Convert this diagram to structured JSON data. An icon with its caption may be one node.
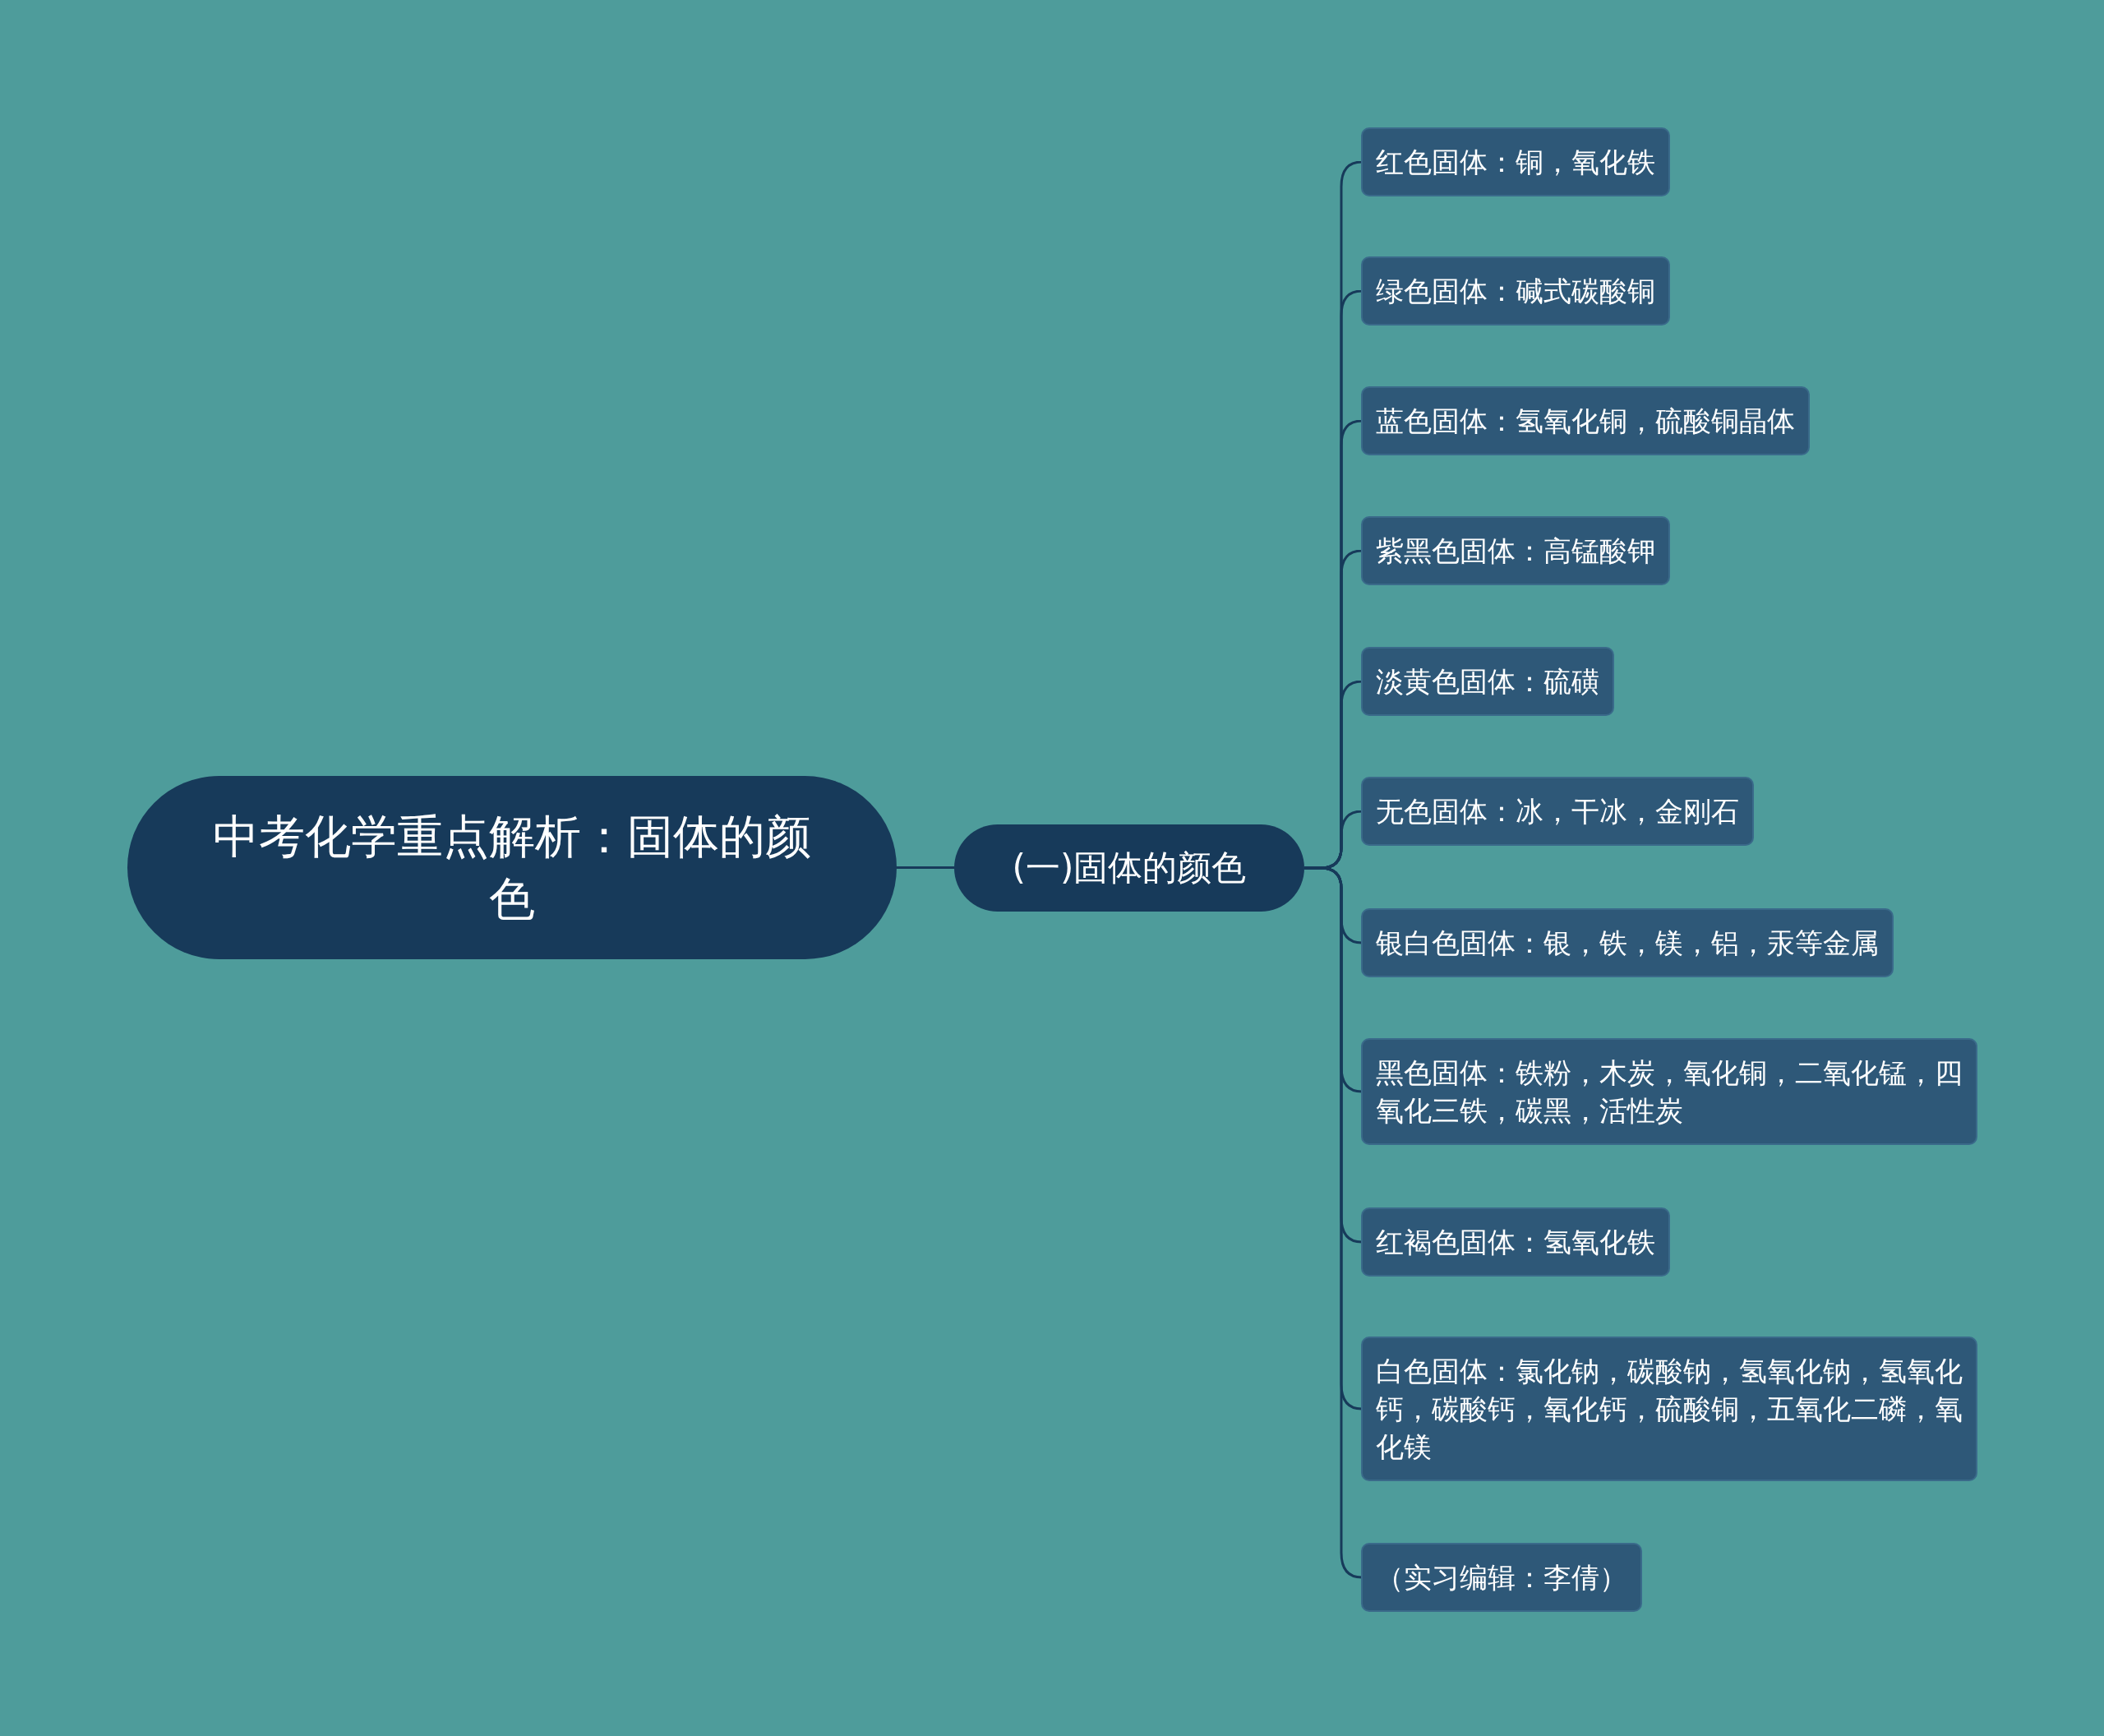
{
  "diagram": {
    "nodes": [
      {
        "text": [
          "中考化学重点解析：固体的颜色"
        ]
      },
      {
        "text": [
          "(一)固体的颜色"
        ]
      },
      {
        "text": [
          "红色固体：铜，氧化铁"
        ]
      },
      {
        "text": [
          "绿色固体：碱式碳酸铜"
        ]
      },
      {
        "text": [
          "蓝色固体：氢氧化铜，硫酸铜晶体"
        ]
      },
      {
        "text": [
          "紫黑色固体：高锰酸钾"
        ]
      },
      {
        "text": [
          "淡黄色固体：硫磺"
        ]
      },
      {
        "text": [
          "无色固体：冰，干冰，金刚石"
        ]
      },
      {
        "text": [
          "银白色固体：银，铁，镁，铝，汞等金属"
        ]
      },
      {
        "text": [
          "黑色固体：铁粉，木炭，氧化铜，二氧化锰，四氧化三铁，碳黑，活性炭"
        ]
      },
      {
        "text": [
          "红褐色固体：氢氧化铁"
        ]
      },
      {
        "text": [
          "白色固体：氯化钠，碳酸钠，氢氧化钠，氢氧化钙，碳酸钙，氧化钙，硫酸铜，五氧化二磷，氧化镁"
        ]
      },
      {
        "text": [
          "（实习编辑：李倩）"
        ]
      }
    ],
    "edges": [
      {
        "from": 0,
        "to": 1,
        "arrow": "none"
      },
      {
        "from": 1,
        "to": 2,
        "arrow": "none"
      },
      {
        "from": 1,
        "to": 3,
        "arrow": "none"
      },
      {
        "from": 1,
        "to": 4,
        "arrow": "none"
      },
      {
        "from": 1,
        "to": 5,
        "arrow": "none"
      },
      {
        "from": 1,
        "to": 6,
        "arrow": "none"
      },
      {
        "from": 1,
        "to": 7,
        "arrow": "none"
      },
      {
        "from": 1,
        "to": 8,
        "arrow": "none"
      },
      {
        "from": 1,
        "to": 9,
        "arrow": "none"
      },
      {
        "from": 1,
        "to": 10,
        "arrow": "none"
      },
      {
        "from": 1,
        "to": 11,
        "arrow": "none"
      },
      {
        "from": 1,
        "to": 12,
        "arrow": "none"
      }
    ]
  }
}
